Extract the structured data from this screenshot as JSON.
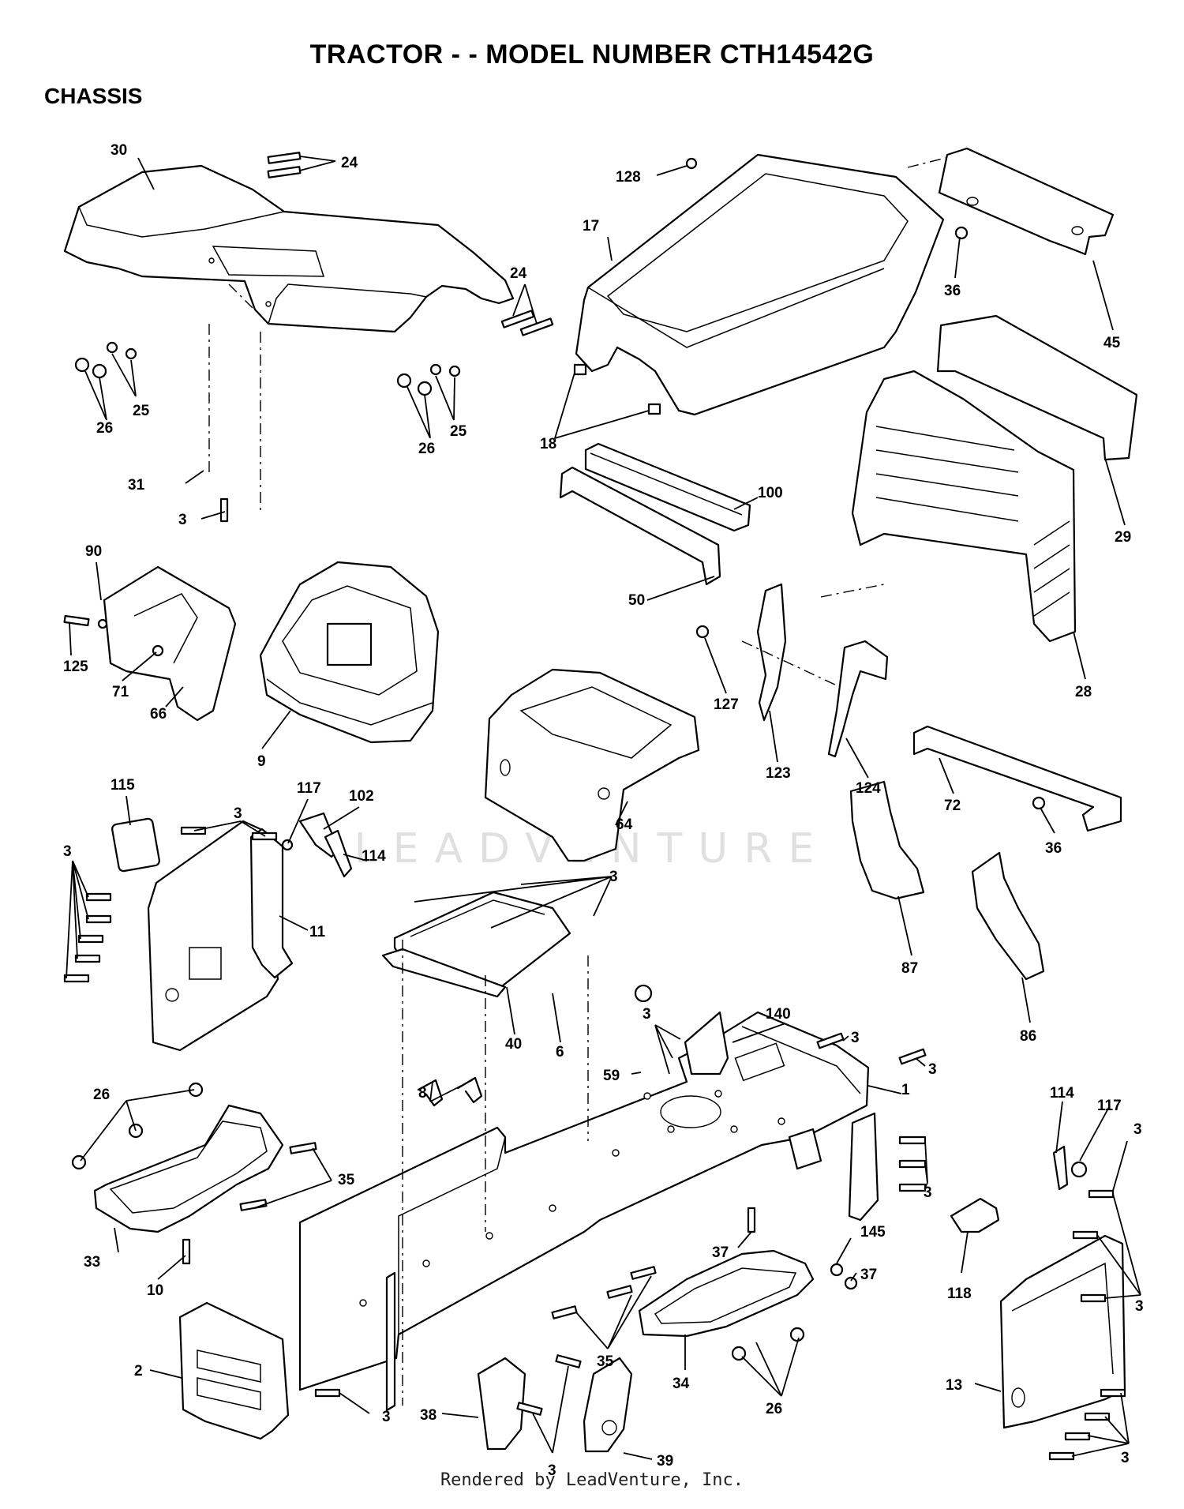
{
  "page": {
    "title": "TRACTOR - - MODEL NUMBER CTH14542G",
    "section": "CHASSIS",
    "watermark": "LEADVENTURE",
    "footer": "Rendered by LeadVenture, Inc."
  },
  "callouts": [
    {
      "key": "p30",
      "label": "30"
    },
    {
      "key": "p24a",
      "label": "24"
    },
    {
      "key": "p24b",
      "label": "24"
    },
    {
      "key": "p26a",
      "label": "26"
    },
    {
      "key": "p25a",
      "label": "25"
    },
    {
      "key": "p26b",
      "label": "26"
    },
    {
      "key": "p25b",
      "label": "25"
    },
    {
      "key": "p31",
      "label": "31"
    },
    {
      "key": "p3a",
      "label": "3"
    },
    {
      "key": "p128",
      "label": "128"
    },
    {
      "key": "p17",
      "label": "17"
    },
    {
      "key": "p36a",
      "label": "36"
    },
    {
      "key": "p45",
      "label": "45"
    },
    {
      "key": "p18",
      "label": "18"
    },
    {
      "key": "p100",
      "label": "100"
    },
    {
      "key": "p50",
      "label": "50"
    },
    {
      "key": "p29",
      "label": "29"
    },
    {
      "key": "p28",
      "label": "28"
    },
    {
      "key": "p90",
      "label": "90"
    },
    {
      "key": "p125",
      "label": "125"
    },
    {
      "key": "p71",
      "label": "71"
    },
    {
      "key": "p66",
      "label": "66"
    },
    {
      "key": "p9",
      "label": "9"
    },
    {
      "key": "p127",
      "label": "127"
    },
    {
      "key": "p123",
      "label": "123"
    },
    {
      "key": "p124",
      "label": "124"
    },
    {
      "key": "p64",
      "label": "64"
    },
    {
      "key": "p72",
      "label": "72"
    },
    {
      "key": "p36b",
      "label": "36"
    },
    {
      "key": "p115",
      "label": "115"
    },
    {
      "key": "p3b",
      "label": "3"
    },
    {
      "key": "p117a",
      "label": "117"
    },
    {
      "key": "p102",
      "label": "102"
    },
    {
      "key": "p114a",
      "label": "114"
    },
    {
      "key": "p3c",
      "label": "3"
    },
    {
      "key": "p11",
      "label": "11"
    },
    {
      "key": "p3d",
      "label": "3"
    },
    {
      "key": "p40",
      "label": "40"
    },
    {
      "key": "p6",
      "label": "6"
    },
    {
      "key": "p87",
      "label": "87"
    },
    {
      "key": "p86",
      "label": "86"
    },
    {
      "key": "p3e",
      "label": "3"
    },
    {
      "key": "p140",
      "label": "140"
    },
    {
      "key": "p3f",
      "label": "3"
    },
    {
      "key": "p3g",
      "label": "3"
    },
    {
      "key": "p8",
      "label": "8"
    },
    {
      "key": "p59",
      "label": "59"
    },
    {
      "key": "p1",
      "label": "1"
    },
    {
      "key": "p26c",
      "label": "26"
    },
    {
      "key": "p35a",
      "label": "35"
    },
    {
      "key": "p33",
      "label": "33"
    },
    {
      "key": "p10",
      "label": "10"
    },
    {
      "key": "p3h",
      "label": "3"
    },
    {
      "key": "p114b",
      "label": "114"
    },
    {
      "key": "p117b",
      "label": "117"
    },
    {
      "key": "p3i",
      "label": "3"
    },
    {
      "key": "p37a",
      "label": "37"
    },
    {
      "key": "p145",
      "label": "145"
    },
    {
      "key": "p37b",
      "label": "37"
    },
    {
      "key": "p118",
      "label": "118"
    },
    {
      "key": "p3j",
      "label": "3"
    },
    {
      "key": "p35b",
      "label": "35"
    },
    {
      "key": "p34",
      "label": "34"
    },
    {
      "key": "p26d",
      "label": "26"
    },
    {
      "key": "p2",
      "label": "2"
    },
    {
      "key": "p3k",
      "label": "3"
    },
    {
      "key": "p38",
      "label": "38"
    },
    {
      "key": "p3l",
      "label": "3"
    },
    {
      "key": "p39",
      "label": "39"
    },
    {
      "key": "p13",
      "label": "13"
    },
    {
      "key": "p3m",
      "label": "3"
    }
  ]
}
